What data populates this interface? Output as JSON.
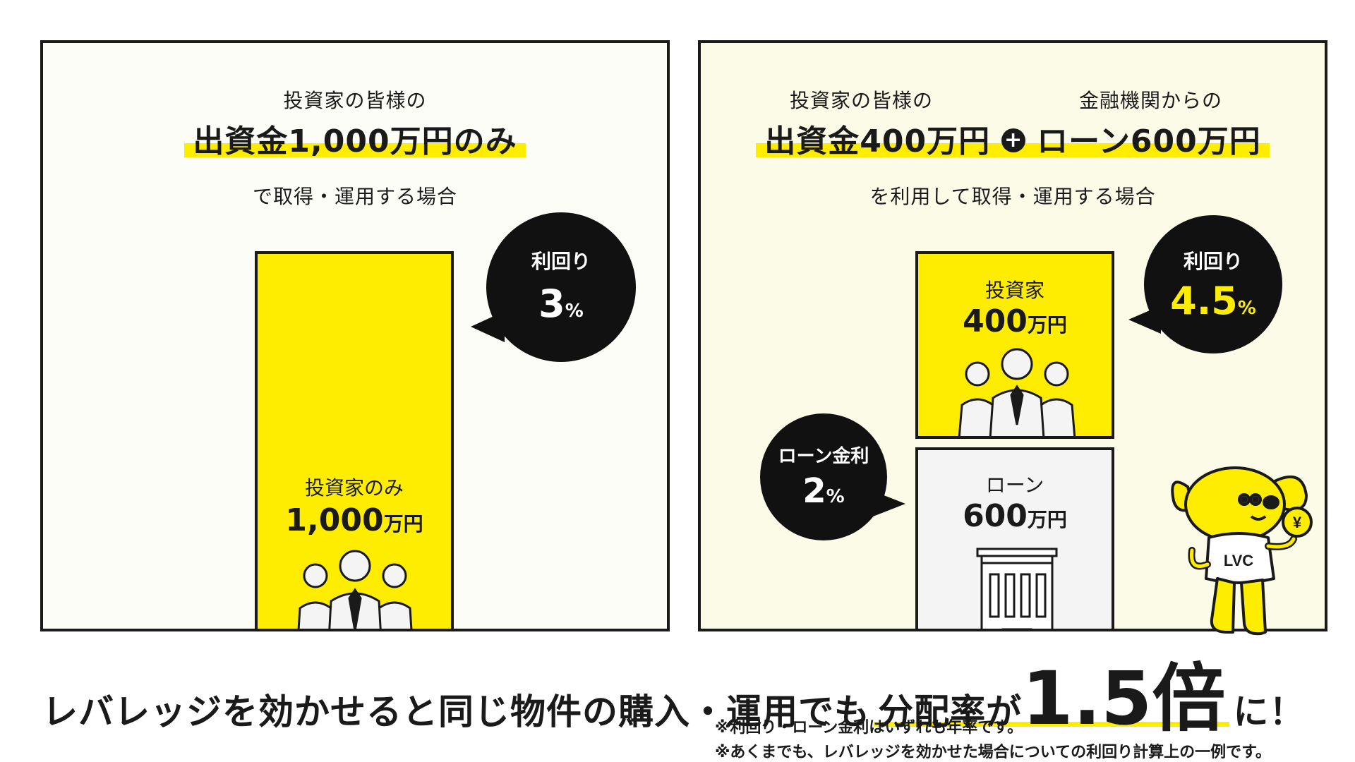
{
  "left": {
    "line1": "投資家の皆様の",
    "line2": "出資金1,000万円のみ",
    "line3": "で取得・運用する場合",
    "bubble": {
      "label": "利回り",
      "value": "3",
      "unit": "%"
    },
    "bar": {
      "label": "投資家のみ",
      "value": "1,000",
      "unit": "万円"
    }
  },
  "right": {
    "line1a": "投資家の皆様の",
    "line1b": "金融機関からの",
    "line2a": "出資金400万円",
    "plus": "+",
    "line2b": "ローン600万円",
    "line3": "を利用して取得・運用する場合",
    "bubble_yield": {
      "label": "利回り",
      "value": "4.5",
      "unit": "%"
    },
    "bubble_loan": {
      "label": "ローン金利",
      "value": "2",
      "unit": "%"
    },
    "investor_box": {
      "label": "投資家",
      "value": "400",
      "unit": "万円"
    },
    "loan_box": {
      "label": "ローン",
      "value": "600",
      "unit": "万円"
    }
  },
  "mascot": {
    "shirt": "LVC",
    "coin": "¥"
  },
  "headline": {
    "part1": "レバレッジを効かせると同じ物件の購入・運用でも",
    "part2": "分配率が",
    "part3": "1.5倍",
    "part4": "に！"
  },
  "notes": [
    "※利回り・ローン金利はいずれも年率です。",
    "※あくまでも、レバレッジを効かせた場合についての利回り計算上の一例です。"
  ],
  "colors": {
    "accent": "#ffed00",
    "dark": "#1a1a1a"
  }
}
